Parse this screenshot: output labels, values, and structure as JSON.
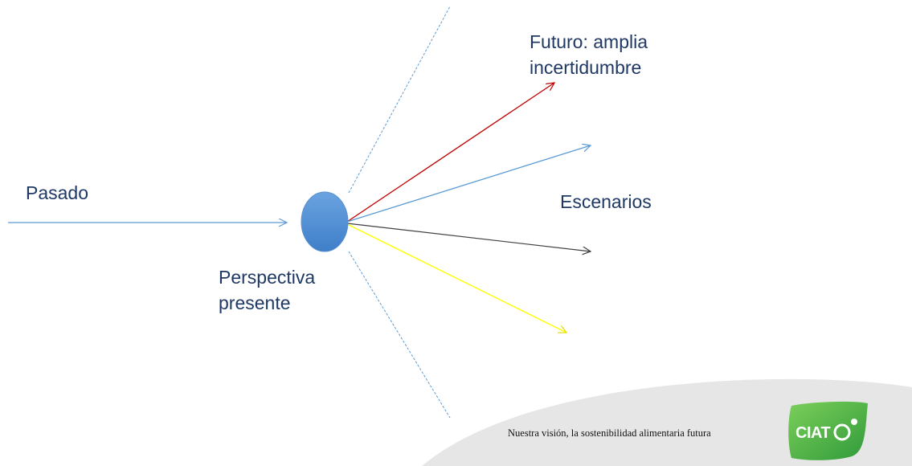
{
  "diagram": {
    "labels": {
      "past": "Pasado",
      "present_line1": "Perspectiva",
      "present_line2": "presente",
      "future_line1": "Futuro: amplia",
      "future_line2": "incertidumbre",
      "scenarios": "Escenarios"
    },
    "colors": {
      "text": "#1f3864",
      "present_node": "#4f8fd6",
      "arrow_blue": "#5b9bd5",
      "arrow_red": "#c00000",
      "arrow_black": "#404040",
      "arrow_yellow": "#ffff00",
      "cone_edges": "#5b9bd5"
    }
  },
  "footer": {
    "tagline": "Nuestra visión, la sostenibilidad alimentaria futura",
    "logo_text": "CIAT"
  }
}
